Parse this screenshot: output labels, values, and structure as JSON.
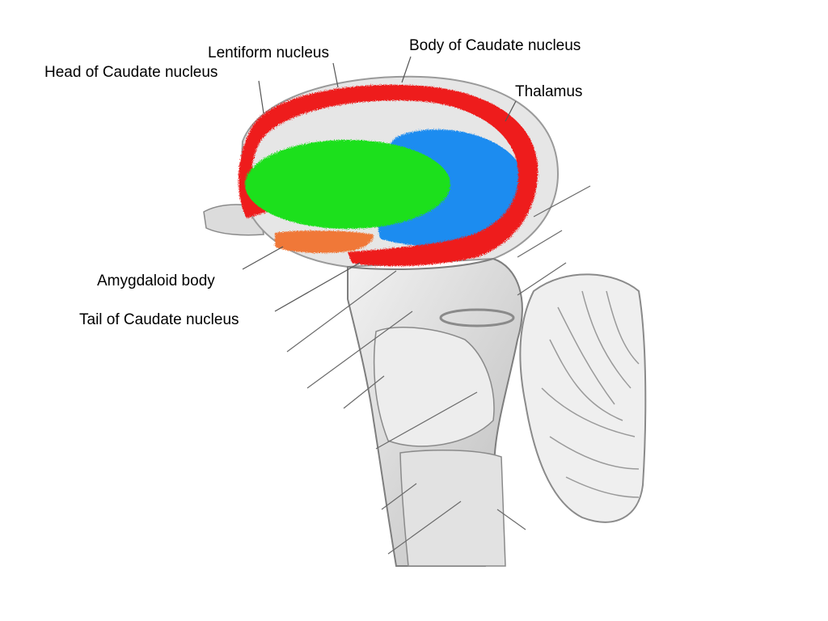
{
  "labels": {
    "lentiform_nucleus": "Lentiform nucleus",
    "body_of_caudate": "Body of Caudate nucleus",
    "head_of_caudate": "Head of Caudate nucleus",
    "thalamus": "Thalamus",
    "amygdaloid_body": "Amygdaloid body",
    "tail_of_caudate": "Tail of Caudate nucleus"
  },
  "colors": {
    "caudate_nucleus": "#ee1c1c",
    "lentiform_nucleus": "#1ee01e",
    "thalamus": "#1e8cf0",
    "amygdaloid_body": "#f07838",
    "background": "#ffffff",
    "label_text": "#000000"
  }
}
